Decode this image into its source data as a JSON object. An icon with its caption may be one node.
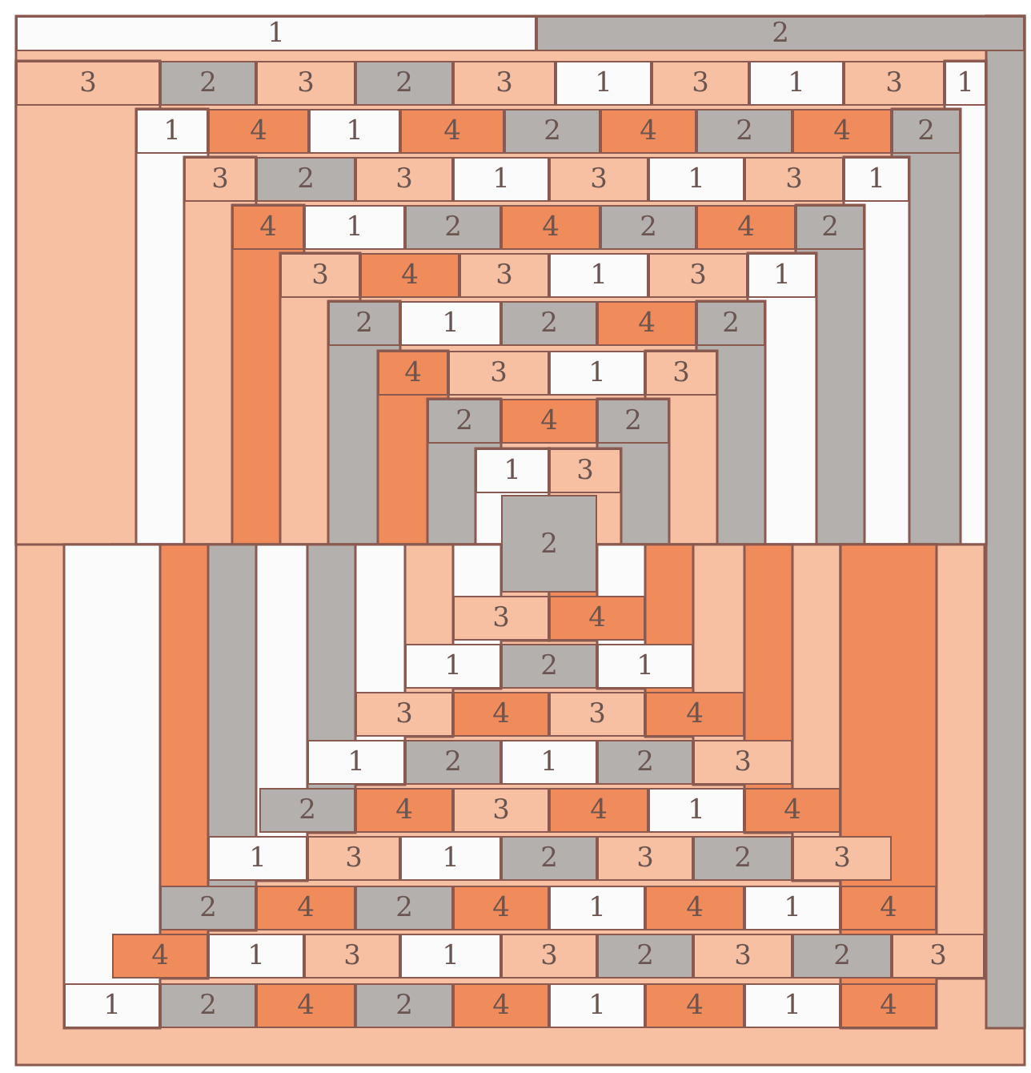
{
  "diagram": {
    "nodes": [
      {
        "text": [
          "1"
        ]
      },
      {
        "text": [
          "2"
        ]
      },
      {
        "text": [
          "3"
        ]
      },
      {
        "text": [
          "2"
        ]
      },
      {
        "text": [
          "3"
        ]
      },
      {
        "text": [
          "2"
        ]
      },
      {
        "text": [
          "3"
        ]
      },
      {
        "text": [
          "1"
        ]
      },
      {
        "text": [
          "3"
        ]
      },
      {
        "text": [
          "1"
        ]
      },
      {
        "text": [
          "3"
        ]
      },
      {
        "text": [
          "1"
        ]
      },
      {
        "text": [
          "1"
        ]
      },
      {
        "text": [
          "4"
        ]
      },
      {
        "text": [
          "1"
        ]
      },
      {
        "text": [
          "4"
        ]
      },
      {
        "text": [
          "2"
        ]
      },
      {
        "text": [
          "4"
        ]
      },
      {
        "text": [
          "2"
        ]
      },
      {
        "text": [
          "4"
        ]
      },
      {
        "text": [
          "2"
        ]
      },
      {
        "text": [
          "3"
        ]
      },
      {
        "text": [
          "2"
        ]
      },
      {
        "text": [
          "3"
        ]
      },
      {
        "text": [
          "1"
        ]
      },
      {
        "text": [
          "3"
        ]
      },
      {
        "text": [
          "1"
        ]
      },
      {
        "text": [
          "3"
        ]
      },
      {
        "text": [
          "1"
        ]
      },
      {
        "text": [
          "4"
        ]
      },
      {
        "text": [
          "1"
        ]
      },
      {
        "text": [
          "2"
        ]
      },
      {
        "text": [
          "4"
        ]
      },
      {
        "text": [
          "2"
        ]
      },
      {
        "text": [
          "4"
        ]
      },
      {
        "text": [
          "2"
        ]
      },
      {
        "text": [
          "3"
        ]
      },
      {
        "text": [
          "4"
        ]
      },
      {
        "text": [
          "3"
        ]
      },
      {
        "text": [
          "1"
        ]
      },
      {
        "text": [
          "3"
        ]
      },
      {
        "text": [
          "1"
        ]
      },
      {
        "text": [
          "2"
        ]
      },
      {
        "text": [
          "1"
        ]
      },
      {
        "text": [
          "2"
        ]
      },
      {
        "text": [
          "4"
        ]
      },
      {
        "text": [
          "2"
        ]
      },
      {
        "text": [
          "4"
        ]
      },
      {
        "text": [
          "3"
        ]
      },
      {
        "text": [
          "1"
        ]
      },
      {
        "text": [
          "3"
        ]
      },
      {
        "text": [
          "2"
        ]
      },
      {
        "text": [
          "4"
        ]
      },
      {
        "text": [
          "2"
        ]
      },
      {
        "text": [
          "1"
        ]
      },
      {
        "text": [
          "3"
        ]
      },
      {
        "text": [
          "2"
        ]
      },
      {
        "text": [
          "3"
        ]
      },
      {
        "text": [
          "4"
        ]
      },
      {
        "text": [
          "1"
        ]
      },
      {
        "text": [
          "2"
        ]
      },
      {
        "text": [
          "1"
        ]
      },
      {
        "text": [
          "3"
        ]
      },
      {
        "text": [
          "4"
        ]
      },
      {
        "text": [
          "3"
        ]
      },
      {
        "text": [
          "4"
        ]
      },
      {
        "text": [
          "1"
        ]
      },
      {
        "text": [
          "2"
        ]
      },
      {
        "text": [
          "1"
        ]
      },
      {
        "text": [
          "2"
        ]
      },
      {
        "text": [
          "3"
        ]
      },
      {
        "text": [
          "2"
        ]
      },
      {
        "text": [
          "4"
        ]
      },
      {
        "text": [
          "3"
        ]
      },
      {
        "text": [
          "4"
        ]
      },
      {
        "text": [
          "1"
        ]
      },
      {
        "text": [
          "4"
        ]
      },
      {
        "text": [
          "1"
        ]
      },
      {
        "text": [
          "3"
        ]
      },
      {
        "text": [
          "1"
        ]
      },
      {
        "text": [
          "2"
        ]
      },
      {
        "text": [
          "3"
        ]
      },
      {
        "text": [
          "2"
        ]
      },
      {
        "text": [
          "3"
        ]
      },
      {
        "text": [
          "2"
        ]
      },
      {
        "text": [
          "4"
        ]
      },
      {
        "text": [
          "2"
        ]
      },
      {
        "text": [
          "4"
        ]
      },
      {
        "text": [
          "1"
        ]
      },
      {
        "text": [
          "4"
        ]
      },
      {
        "text": [
          "1"
        ]
      },
      {
        "text": [
          "4"
        ]
      },
      {
        "text": [
          "4"
        ]
      },
      {
        "text": [
          "1"
        ]
      },
      {
        "text": [
          "3"
        ]
      },
      {
        "text": [
          "1"
        ]
      },
      {
        "text": [
          "3"
        ]
      },
      {
        "text": [
          "2"
        ]
      },
      {
        "text": [
          "3"
        ]
      },
      {
        "text": [
          "2"
        ]
      },
      {
        "text": [
          "3"
        ]
      },
      {
        "text": [
          "1"
        ]
      },
      {
        "text": [
          "2"
        ]
      },
      {
        "text": [
          "4"
        ]
      },
      {
        "text": [
          "2"
        ]
      },
      {
        "text": [
          "4"
        ]
      },
      {
        "text": [
          "1"
        ]
      },
      {
        "text": [
          "4"
        ]
      },
      {
        "text": [
          "1"
        ]
      },
      {
        "text": [
          "4"
        ]
      }
    ]
  }
}
